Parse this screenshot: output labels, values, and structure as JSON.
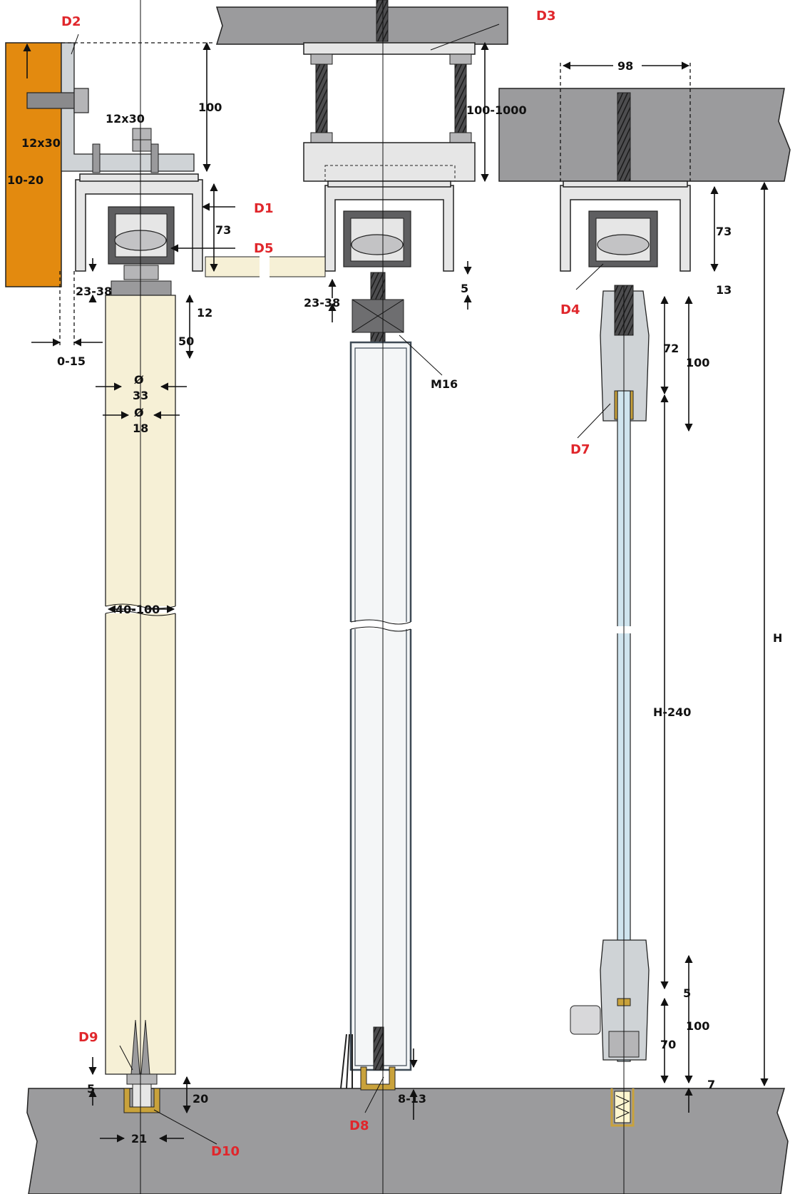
{
  "references": {
    "d1": "D1",
    "d2": "D2",
    "d3": "D3",
    "d4": "D4",
    "d5": "D5",
    "d7": "D7",
    "d8": "D8",
    "d9": "D9",
    "d10": "D10"
  },
  "dimensions": {
    "wall_bolt_top": "12x30",
    "wall_bolt_side": "12x30",
    "bracket_height": "100",
    "bracket_gap": "10-20",
    "track_height_left": "73",
    "wall_offset": "0-15",
    "guide_gap_left": "23-38",
    "nut_12": "12",
    "thread_50": "50",
    "dia_33": "Ø\n33",
    "dia_18": "Ø\n18",
    "panel_thickness": "40-100",
    "floor_gap_left": "5",
    "floor_guide_depth": "20",
    "floor_guide_width": "21",
    "suspension_range": "100-1000",
    "guide_gap_mid": "23-38",
    "clearance_5": "5",
    "bolt_m16": "M16",
    "floor_gap_mid": "8-13",
    "track_width": "98",
    "track_height_right": "73",
    "gap_13": "13",
    "clamp_72": "72",
    "clamp_100_top": "100",
    "glass_height": "H-240",
    "clamp_5": "5",
    "clamp_70": "70",
    "clamp_100_bottom": "100",
    "floor_7": "7",
    "total_height": "H"
  },
  "colors": {
    "wall": "#e38a0f",
    "concrete": "#9b9b9d",
    "wood_panel": "#f6f0d6",
    "aluminium": "#e6e6e6",
    "glass": "#cfe4ee",
    "reference_red": "#e0262b",
    "brass": "#c9a23b"
  },
  "icons": [
    "wall-bolt-icon",
    "hex-nut-icon",
    "roller-carriage-icon",
    "screw-anchor-icon",
    "floor-guide-icon",
    "brush-seal-icon",
    "glass-clamp-icon"
  ]
}
